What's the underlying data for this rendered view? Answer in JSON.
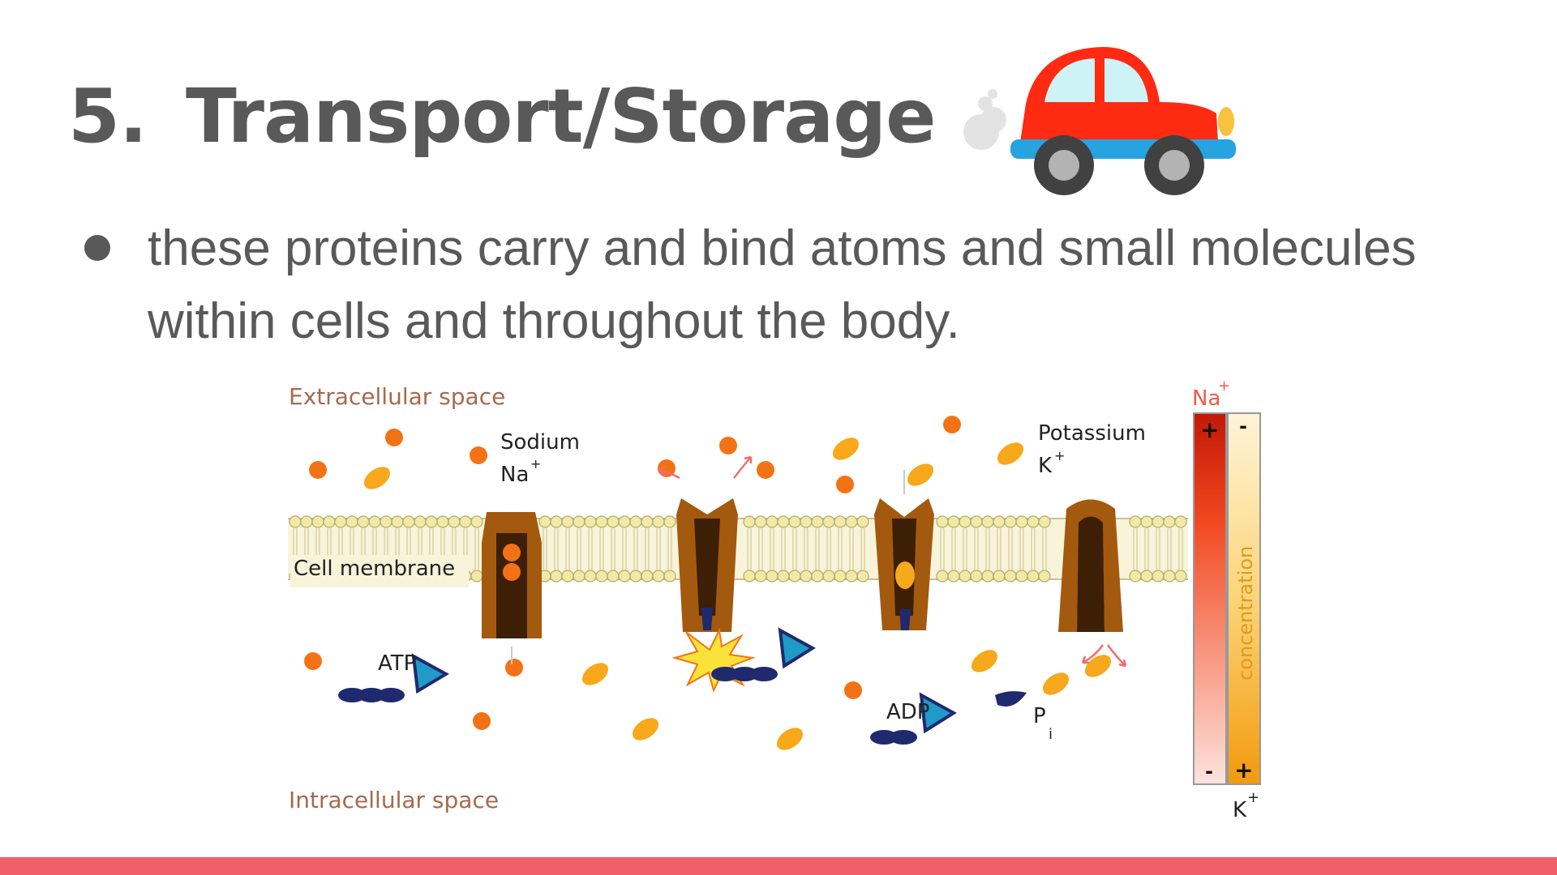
{
  "slide": {
    "number": "5.",
    "title": "Transport/Storage",
    "bullets": [
      "these proteins carry and bind atoms and small molecules within cells and throughout the body."
    ]
  },
  "diagram": {
    "extracellular_label": "Extracellular space",
    "intracellular_label": "Intracellular space",
    "membrane_label": "Cell membrane",
    "sodium_label": "Sodium",
    "sodium_symbol": "Na",
    "potassium_label": "Potassium",
    "potassium_symbol": "K",
    "ion_charge": "+",
    "atp_label": "ATP",
    "adp_label": "ADP",
    "pi_label": "P",
    "pi_subscript": "i",
    "gradient_na_label": "Na",
    "gradient_k_label": "K",
    "concentration_label": "concentration",
    "plus_sign": "+",
    "minus_sign": "-"
  },
  "colors": {
    "title_text": "#595959",
    "body_text": "#595959",
    "sodium_ion": "#f47216",
    "potassium_ion": "#f7a81b",
    "pump_protein": "#a35a0f",
    "pump_core": "#3d1f05",
    "phosphate": "#1f2a6e",
    "atp_triangle": "#1f9ac9",
    "bottom_bar": "#f0606a",
    "car_body": "#ff2a12",
    "car_trim": "#27a3e0"
  }
}
